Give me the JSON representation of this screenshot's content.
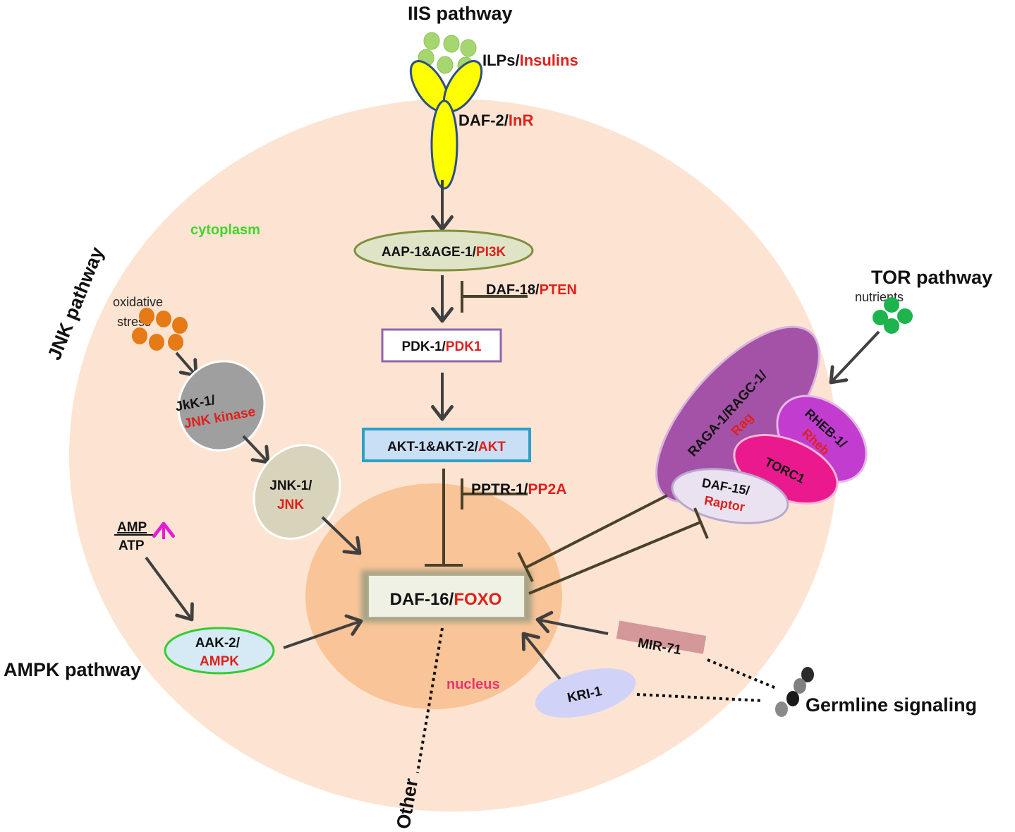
{
  "pathways": {
    "iis": "IIS pathway",
    "jnk": "JNK pathway",
    "tor": "TOR pathway",
    "ampk": "AMPK pathway",
    "germline": "Germline signaling",
    "other": "Other"
  },
  "compartments": {
    "cytoplasm": "cytoplasm",
    "nucleus": "nucleus"
  },
  "stimuli": {
    "oxidative_1": "oxidative",
    "oxidative_2": "stress",
    "nutrients": "nutrients",
    "amp": "AMP",
    "atp": "ATP"
  },
  "nodes": {
    "ilps": {
      "a": "ILPs/",
      "b": "Insulins"
    },
    "daf2": {
      "a": "DAF-2/",
      "b": "InR"
    },
    "pi3k": {
      "a": "AAP-1&AGE-1/",
      "b": "PI3K"
    },
    "daf18": {
      "a": "DAF-18/",
      "b": "PTEN"
    },
    "pdk": {
      "a": "PDK-1/",
      "b": "PDK1"
    },
    "akt": {
      "a": "AKT-1&AKT-2/",
      "b": "AKT"
    },
    "pptr": {
      "a": "PPTR-1/",
      "b": "PP2A"
    },
    "daf16": {
      "a": "DAF-16/",
      "b": "FOXO"
    },
    "jkk": {
      "a": "JkK-1/",
      "b": "JNK kinase"
    },
    "jnk1": {
      "a": "JNK-1/",
      "b": "JNK"
    },
    "aak2": {
      "a": "AAK-2/",
      "b": "AMPK"
    },
    "raga": {
      "a": "RAGA-1/RAGC-1/",
      "b": "Rag"
    },
    "rheb": {
      "a": "RHEB-1/",
      "b": "Rheb"
    },
    "torc1": {
      "a": "TORC1"
    },
    "daf15": {
      "a": "DAF-15/",
      "b": "Raptor"
    },
    "mir71": {
      "a": "MIR-71"
    },
    "kri1": {
      "a": "KRI-1"
    }
  },
  "colors": {
    "cell": "#fde4d2",
    "nucleus": "#f9c497",
    "receptor": "#ffff00",
    "ligand": "#a6d66f",
    "oxidative": "#e57a17",
    "nutrient": "#1db34d",
    "red_text": "#e0201b",
    "cytoplasm_text": "#44d42c",
    "nucleus_text": "#e8356f",
    "amp_arrow": "#e61bd4"
  }
}
